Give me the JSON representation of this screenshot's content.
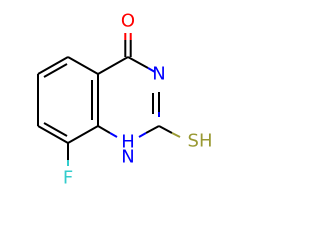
{
  "molecule": {
    "colors": {
      "bond": "#000000",
      "O": "#ff0000",
      "N": "#0000ff",
      "F": "#33cccc",
      "S": "#999933"
    },
    "atoms": {
      "oxygen": "O",
      "nitrogen_imine": "N",
      "nitrogen_amine_h": "H",
      "nitrogen_amine": "N",
      "sulfur_group": "SH",
      "fluorine": "F"
    }
  }
}
